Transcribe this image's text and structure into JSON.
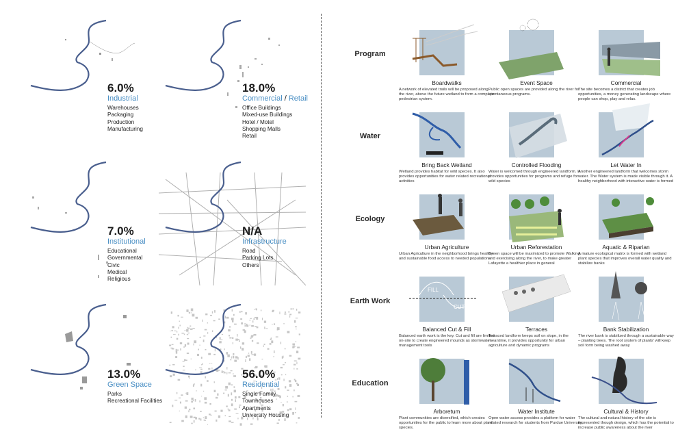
{
  "land_use": [
    {
      "id": "industrial",
      "percent": "6.0%",
      "name": "Industrial",
      "items": [
        "Warehouses",
        "Packaging",
        "Production",
        "Manufacturing"
      ]
    },
    {
      "id": "commercial",
      "percent": "18.0%",
      "name_a": "Commercial",
      "name_sep": " / ",
      "name_b": "Retail",
      "items": [
        "Office Buildings",
        "Mixed-use Buildings",
        "Hotel / Motel",
        "Shopping Malls",
        "Retail"
      ]
    },
    {
      "id": "institutional",
      "percent": "7.0%",
      "name": "Institutional",
      "items": [
        "Educational",
        "Governmental",
        "Civic",
        "Medical",
        "Religious"
      ]
    },
    {
      "id": "infrastructure",
      "percent": "N/A",
      "name": "Infrastructure",
      "items": [
        "Road",
        "Parking Lots",
        "Others"
      ]
    },
    {
      "id": "green",
      "percent": "13.0%",
      "name": "Green Space",
      "items": [
        "Parks",
        "Recreational Facilities"
      ]
    },
    {
      "id": "residential",
      "percent": "56.0%",
      "name": "Residential",
      "items": [
        "Single Family",
        "Townhouses",
        "Apartments",
        "University Housing"
      ]
    }
  ],
  "rows": [
    {
      "title": "Program",
      "panels": [
        {
          "title": "Boardwalks",
          "desc": "A network of elevated trails will be proposed along the river, above the future wetland to form a complete pedestrian system."
        },
        {
          "title": "Event Space",
          "desc": "Public open spaces are provided along the river for spontaneous programs."
        },
        {
          "title": "Commercial",
          "desc": "The site becomes a district that creates job opportunities, a money generating landscape where people can shop, play and relax."
        }
      ]
    },
    {
      "title": "Water",
      "panels": [
        {
          "title": "Bring Back Wetland",
          "desc": "Wetland provides habitat for wild species. It also provides opportunities for water related recreational activities"
        },
        {
          "title": "Controlled Flooding",
          "desc": "Water is welcomed through engineered landform. It provides opportunities for programs and refuge for wild species"
        },
        {
          "title": "Let Water In",
          "desc": "Another engineered landform that welcomes storm water. The Water system is made visible through it. A healthy neighborhood with interactive water is formed"
        }
      ]
    },
    {
      "title": "Ecology",
      "panels": [
        {
          "title": "Urban Agriculture",
          "desc": "Urban Agriculture in the neighborhood brings healthy and sustainable food access to needed populations"
        },
        {
          "title": "Urban Reforestation",
          "desc": "Green space will be maximized to promote Walking and exercising along the river, to make greater Lafayette a healthier place in general"
        },
        {
          "title": "Aquatic & Riparian",
          "desc": "A mature ecological matrix is formed with wetland plant species that improves overall water quality and stabilize banks"
        }
      ]
    },
    {
      "title": "Earth Work",
      "panels": [
        {
          "title": "Balanced Cut & Fill",
          "desc": "Balanced earth work is the key. Cut and fill are limited on-site to create engineered mounds as stormwater management tools"
        },
        {
          "title": "Terraces",
          "desc": "Terraced landform keeps soil on slope, in the meantime, it provides opportunity for urban agriculture and dynamic programs"
        },
        {
          "title": "Bank Stabilization",
          "desc": "The river bank is stabilized through a sustainable way – planting trees. The root system of plants' will keep soil form being washed away"
        }
      ]
    },
    {
      "title": "Education",
      "panels": [
        {
          "title": "Arboretum",
          "desc": "Plant communities are diversified, which creates opportunities for the public to learn more about plant species."
        },
        {
          "title": "Water Institute",
          "desc": "Open water access provides a platform for water related research for students from Purdue University."
        },
        {
          "title": "Cultural & History",
          "desc": "The cultural and natural history of the site is represented though design, which has the potential to increase public awareness about the river"
        }
      ]
    }
  ],
  "labels": {
    "fill": "FILL",
    "cut": "CUT"
  },
  "colors": {
    "river": "#4a5f8e",
    "accent": "#4a8fc4",
    "panel_bg": "#b9c9d6",
    "map_gray": "#9a9a9a"
  }
}
